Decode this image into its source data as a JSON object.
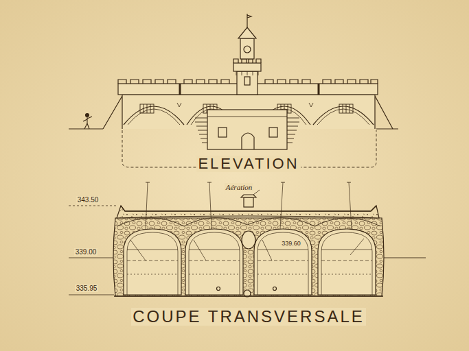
{
  "diagram": {
    "labels": [
      "ELEVATION",
      "Aération",
      "343.50",
      "339.00",
      "339.60",
      "335.95",
      "COUPE TRANSVERSALE"
    ]
  }
}
